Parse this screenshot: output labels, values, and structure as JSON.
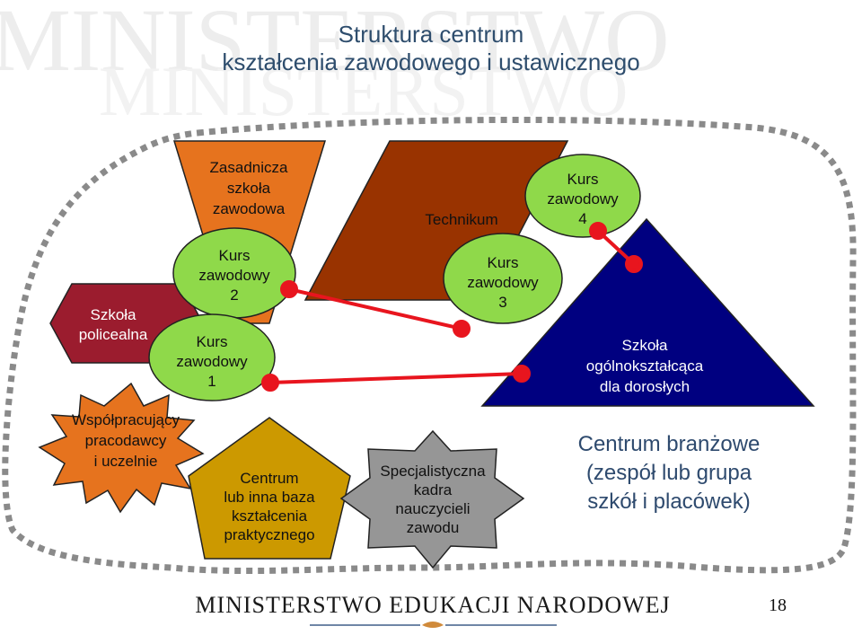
{
  "watermark": {
    "line1": "MINISTERSTWO",
    "line2": "MINISTERSTWO"
  },
  "title": {
    "line1": "Struktura centrum",
    "line2": "kształcenia zawodowego i ustawicznego"
  },
  "shapes": {
    "szkola_policealna": {
      "line1": "Szkoła",
      "line2": "policealna"
    },
    "zasadnicza": {
      "line1": "Zasadnicza",
      "line2": "szkoła",
      "line3": "zawodowa"
    },
    "technikum": {
      "line1": "Technikum"
    },
    "kurs1": {
      "line1": "Kurs",
      "line2": "zawodowy",
      "line3": "1"
    },
    "kurs2": {
      "line1": "Kurs",
      "line2": "zawodowy",
      "line3": "2"
    },
    "kurs3": {
      "line1": "Kurs",
      "line2": "zawodowy",
      "line3": "3"
    },
    "kurs4": {
      "line1": "Kurs",
      "line2": "zawodowy",
      "line3": "4"
    },
    "szkola_ogolnoksztalcaca": {
      "line1": "Szkoła",
      "line2": "ogólnokształcąca",
      "line3": "dla dorosłych"
    },
    "wspolpracujacy": {
      "line1": "Współpracujący",
      "line2": "pracodawcy",
      "line3": "i uczelnie"
    },
    "centrum_baza": {
      "line1": "Centrum",
      "line2": "lub inna baza",
      "line3": "kształcenia",
      "line4": "praktycznego"
    },
    "specjalistyczna": {
      "line1": "Specjalistyczna",
      "line2": "kadra",
      "line3": "nauczycieli",
      "line4": "zawodu"
    },
    "centrum_branzowe": {
      "line1": "Centrum branżowe",
      "line2": "(zespół lub grupa",
      "line3": "szkół i placówek)"
    }
  },
  "footer": {
    "ministry": "MINISTERSTWO EDUKACJI NARODOWEJ",
    "page_number": "18"
  },
  "colors": {
    "maroon": "#9b1c2e",
    "orange": "#e6731e",
    "brown": "#993300",
    "green": "#8fd94a",
    "navy": "#000080",
    "gold": "#cc9900",
    "gray": "#969696",
    "red_connector": "#e8151e"
  }
}
